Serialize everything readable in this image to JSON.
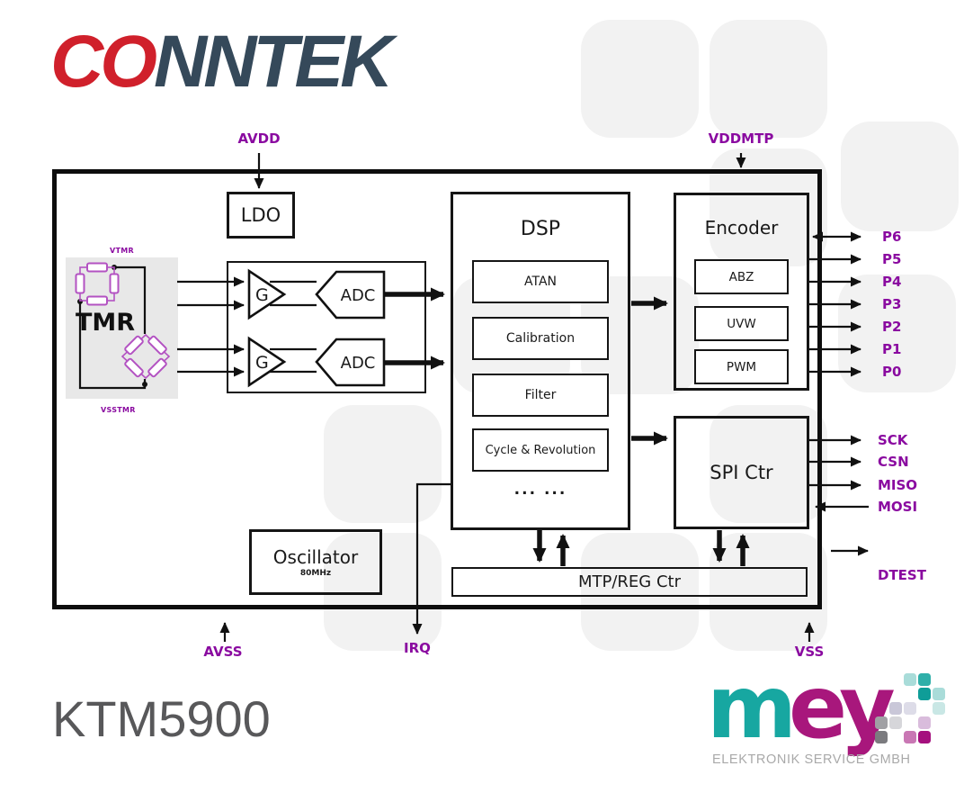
{
  "brand": {
    "logo_red": "CO",
    "logo_dark": "NNTEK"
  },
  "part_number": "KTM5900",
  "distributor": {
    "name_m": "m",
    "name_ey": "ey",
    "subtitle": "ELEKTRONIK SERVICE GMBH"
  },
  "chip": {
    "blocks": {
      "ldo": "LDO",
      "tmr": "TMR",
      "tmr_top": "VTMR",
      "tmr_bottom": "VSSTMR",
      "gain": "G",
      "adc": "ADC",
      "dsp": {
        "title": "DSP",
        "sub": [
          "ATAN",
          "Calibration",
          "Filter",
          "Cycle & Revolution"
        ],
        "more": "...  ..."
      },
      "encoder": {
        "title": "Encoder",
        "sub": [
          "ABZ",
          "UVW",
          "PWM"
        ]
      },
      "spi": "SPI Ctr",
      "mtp": "MTP/REG Ctr",
      "osc": {
        "title": "Oscillator",
        "freq": "80MHz"
      }
    },
    "pins": {
      "avdd": "AVDD",
      "vddmtp": "VDDMTP",
      "p": [
        "P6",
        "P5",
        "P4",
        "P3",
        "P2",
        "P1",
        "P0"
      ],
      "spi": [
        "SCK",
        "CSN",
        "MISO",
        "MOSI"
      ],
      "dtest": "DTEST",
      "avss": "AVSS",
      "irq": "IRQ",
      "vss": "VSS"
    }
  },
  "colors": {
    "brand_red": "#d0202b",
    "brand_slate": "#35495a",
    "pin_purple": "#8a0aa0",
    "bridge_purple": "#b352c2",
    "mey_teal": "#17a7a1",
    "mey_magenta": "#a8177c",
    "tile_gray": "#f2f2f2",
    "tmr_gray": "#e8e8e8",
    "text_gray": "#58585a",
    "subtitle_gray": "#a9a9a9"
  }
}
